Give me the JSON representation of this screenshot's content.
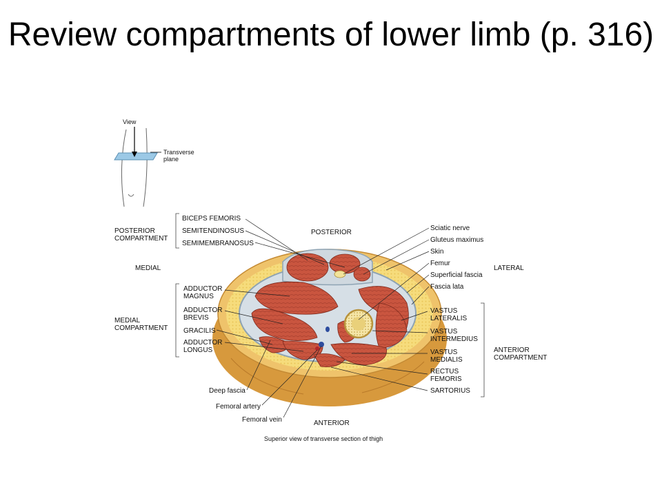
{
  "slide": {
    "title": "Review compartments of lower limb (p. 316)"
  },
  "inset": {
    "view": "View",
    "plane": "Transverse\nplane"
  },
  "figure": {
    "orientation": {
      "posterior": "POSTERIOR",
      "anterior": "ANTERIOR",
      "medial": "MEDIAL",
      "lateral": "LATERAL"
    },
    "compartments": {
      "posterior": "POSTERIOR\nCOMPARTMENT",
      "medial": "MEDIAL\nCOMPARTMENT",
      "anterior": "ANTERIOR\nCOMPARTMENT"
    },
    "posterior_muscles": [
      "BICEPS FEMORIS",
      "SEMITENDINOSUS",
      "SEMIMEMBRANOSUS"
    ],
    "medial_muscles": [
      "ADDUCTOR\nMAGNUS",
      "ADDUCTOR\nBREVIS",
      "GRACILIS",
      "ADDUCTOR\nLONGUS"
    ],
    "right_labels": [
      "Sciatic nerve",
      "Gluteus maximus",
      "Skin",
      "Femur",
      "Superficial fascia",
      "Fascia lata"
    ],
    "anterior_muscles": [
      "VASTUS\nLATERALIS",
      "VASTUS\nINTERMEDIUS",
      "VASTUS\nMEDIALIS",
      "RECTUS\nFEMORIS",
      "SARTORIUS"
    ],
    "bottom_labels": [
      "Deep fascia",
      "Femoral artery",
      "Femoral vein"
    ],
    "caption": "Superior view of transverse section of thigh"
  }
}
